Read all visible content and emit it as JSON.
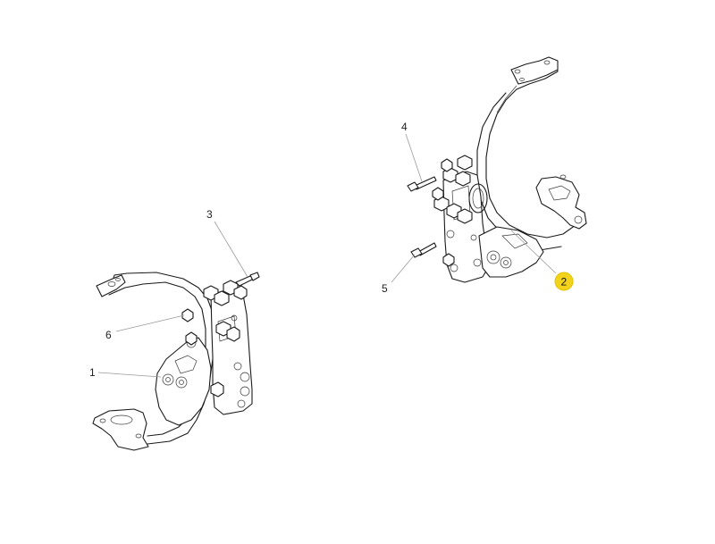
{
  "callouts": [
    {
      "id": "1",
      "label": "1",
      "highlighted": false
    },
    {
      "id": "2",
      "label": "2",
      "highlighted": true
    },
    {
      "id": "3",
      "label": "3",
      "highlighted": false
    },
    {
      "id": "4",
      "label": "4",
      "highlighted": false
    },
    {
      "id": "5",
      "label": "5",
      "highlighted": false
    },
    {
      "id": "6",
      "label": "6",
      "highlighted": false
    }
  ],
  "colors": {
    "highlight": "#f2d21b",
    "line": "#1a1a1a",
    "leader": "#9a9a9a"
  }
}
